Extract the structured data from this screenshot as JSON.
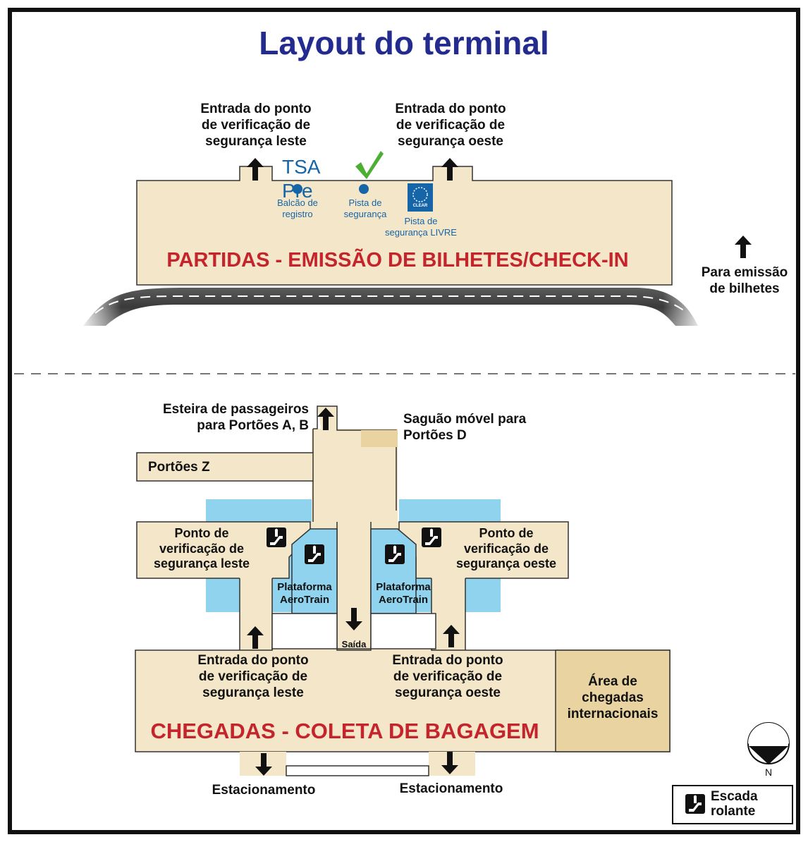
{
  "title": "Layout do terminal",
  "departures": {
    "band_label": "PARTIDAS - EMISSÃO DE BILHETES/CHECK-IN",
    "east_entry_label": "Entrada do ponto\nde verificação de\nsegurança leste",
    "west_entry_label": "Entrada do ponto\nde verificação de\nsegurança oeste",
    "tsa_pre_logo_text": "TSA Pre",
    "checkin_counter_label": "Balcão de\nregistro",
    "security_lane_label": "Pista de\nsegurança",
    "clear_logo_text": "CLEAR",
    "clear_lane_label": "Pista de\nsegurança LIVRE",
    "ticketing_label": "Para emissão\nde bilhetes"
  },
  "arrivals": {
    "band_label": "CHEGADAS - COLETA DE BAGAGEM",
    "walkway_label": "Esteira de passageiros\npara Portões A, B",
    "mobile_lounge_label": "Saguão móvel para\nPortões D",
    "gates_z_label": "Portões Z",
    "east_checkpoint_label": "Ponto de\nverificação de\nsegurança leste",
    "west_checkpoint_label": "Ponto de\nverificação de\nsegurança oeste",
    "aerotrain_left_label": "Plataforma\nAeroTrain",
    "aerotrain_right_label": "Plataforma\nAeroTrain",
    "exit_label": "Saída",
    "east_entry_label": "Entrada do ponto\nde verificação de\nsegurança leste",
    "west_entry_label": "Entrada do ponto\nde verificação de\nsegurança oeste",
    "international_label": "Área de\nchegadas\ninternacionais",
    "parking_left_label": "Estacionamento",
    "parking_right_label": "Estacionamento"
  },
  "compass_label": "N",
  "legend": {
    "escalator_label": "Escada\nrolante"
  },
  "colors": {
    "floor": "#f4e6c8",
    "floor_dark": "#e9d3a0",
    "water": "#8fd3ee",
    "title": "#232b8f",
    "label_red": "#c4242b",
    "tsa_blue": "#1565a8",
    "tsa_check": "#4caf33"
  }
}
